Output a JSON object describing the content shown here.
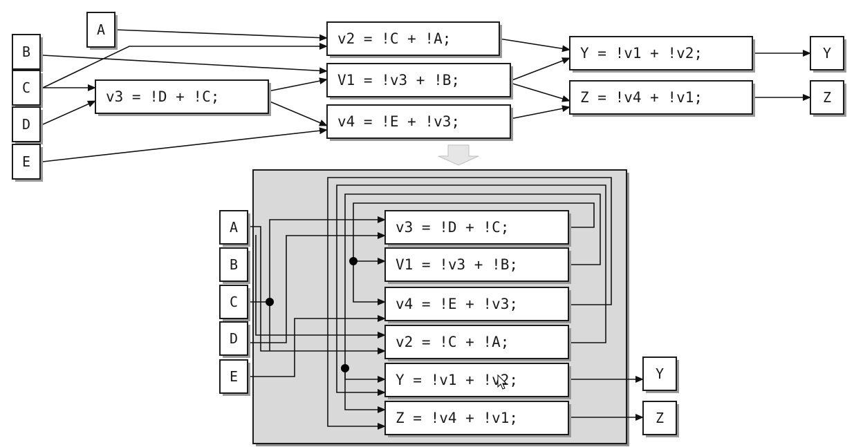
{
  "top_graph": {
    "inputs": {
      "A": "A",
      "B": "B",
      "C": "C",
      "D": "D",
      "E": "E"
    },
    "gates": {
      "v3": "v3 = !D + !C;",
      "v2": "v2 = !C + !A;",
      "V1": "V1 = !v3 + !B;",
      "v4": "v4 = !E + !v3;",
      "Y": "Y = !v1 + !v2;",
      "Z": "Z = !v4 + !v1;"
    },
    "outputs": {
      "Y": "Y",
      "Z": "Z"
    }
  },
  "bottom_graph": {
    "inputs": {
      "A": "A",
      "B": "B",
      "C": "C",
      "D": "D",
      "E": "E"
    },
    "gates": {
      "v3": "v3 = !D + !C;",
      "V1": "V1 = !v3 + !B;",
      "v4": "v4 = !E + !v3;",
      "v2": "v2 = !C + !A;",
      "Y": "Y = !v1 + !v2;",
      "Z": "Z = !v4 + !v1;"
    },
    "outputs": {
      "Y": "Y",
      "Z": "Z"
    }
  },
  "colors": {
    "panel_fill": "#d9d9d9",
    "arrow_fill": "#e6e6e6",
    "stroke": "#1a1a1a"
  }
}
